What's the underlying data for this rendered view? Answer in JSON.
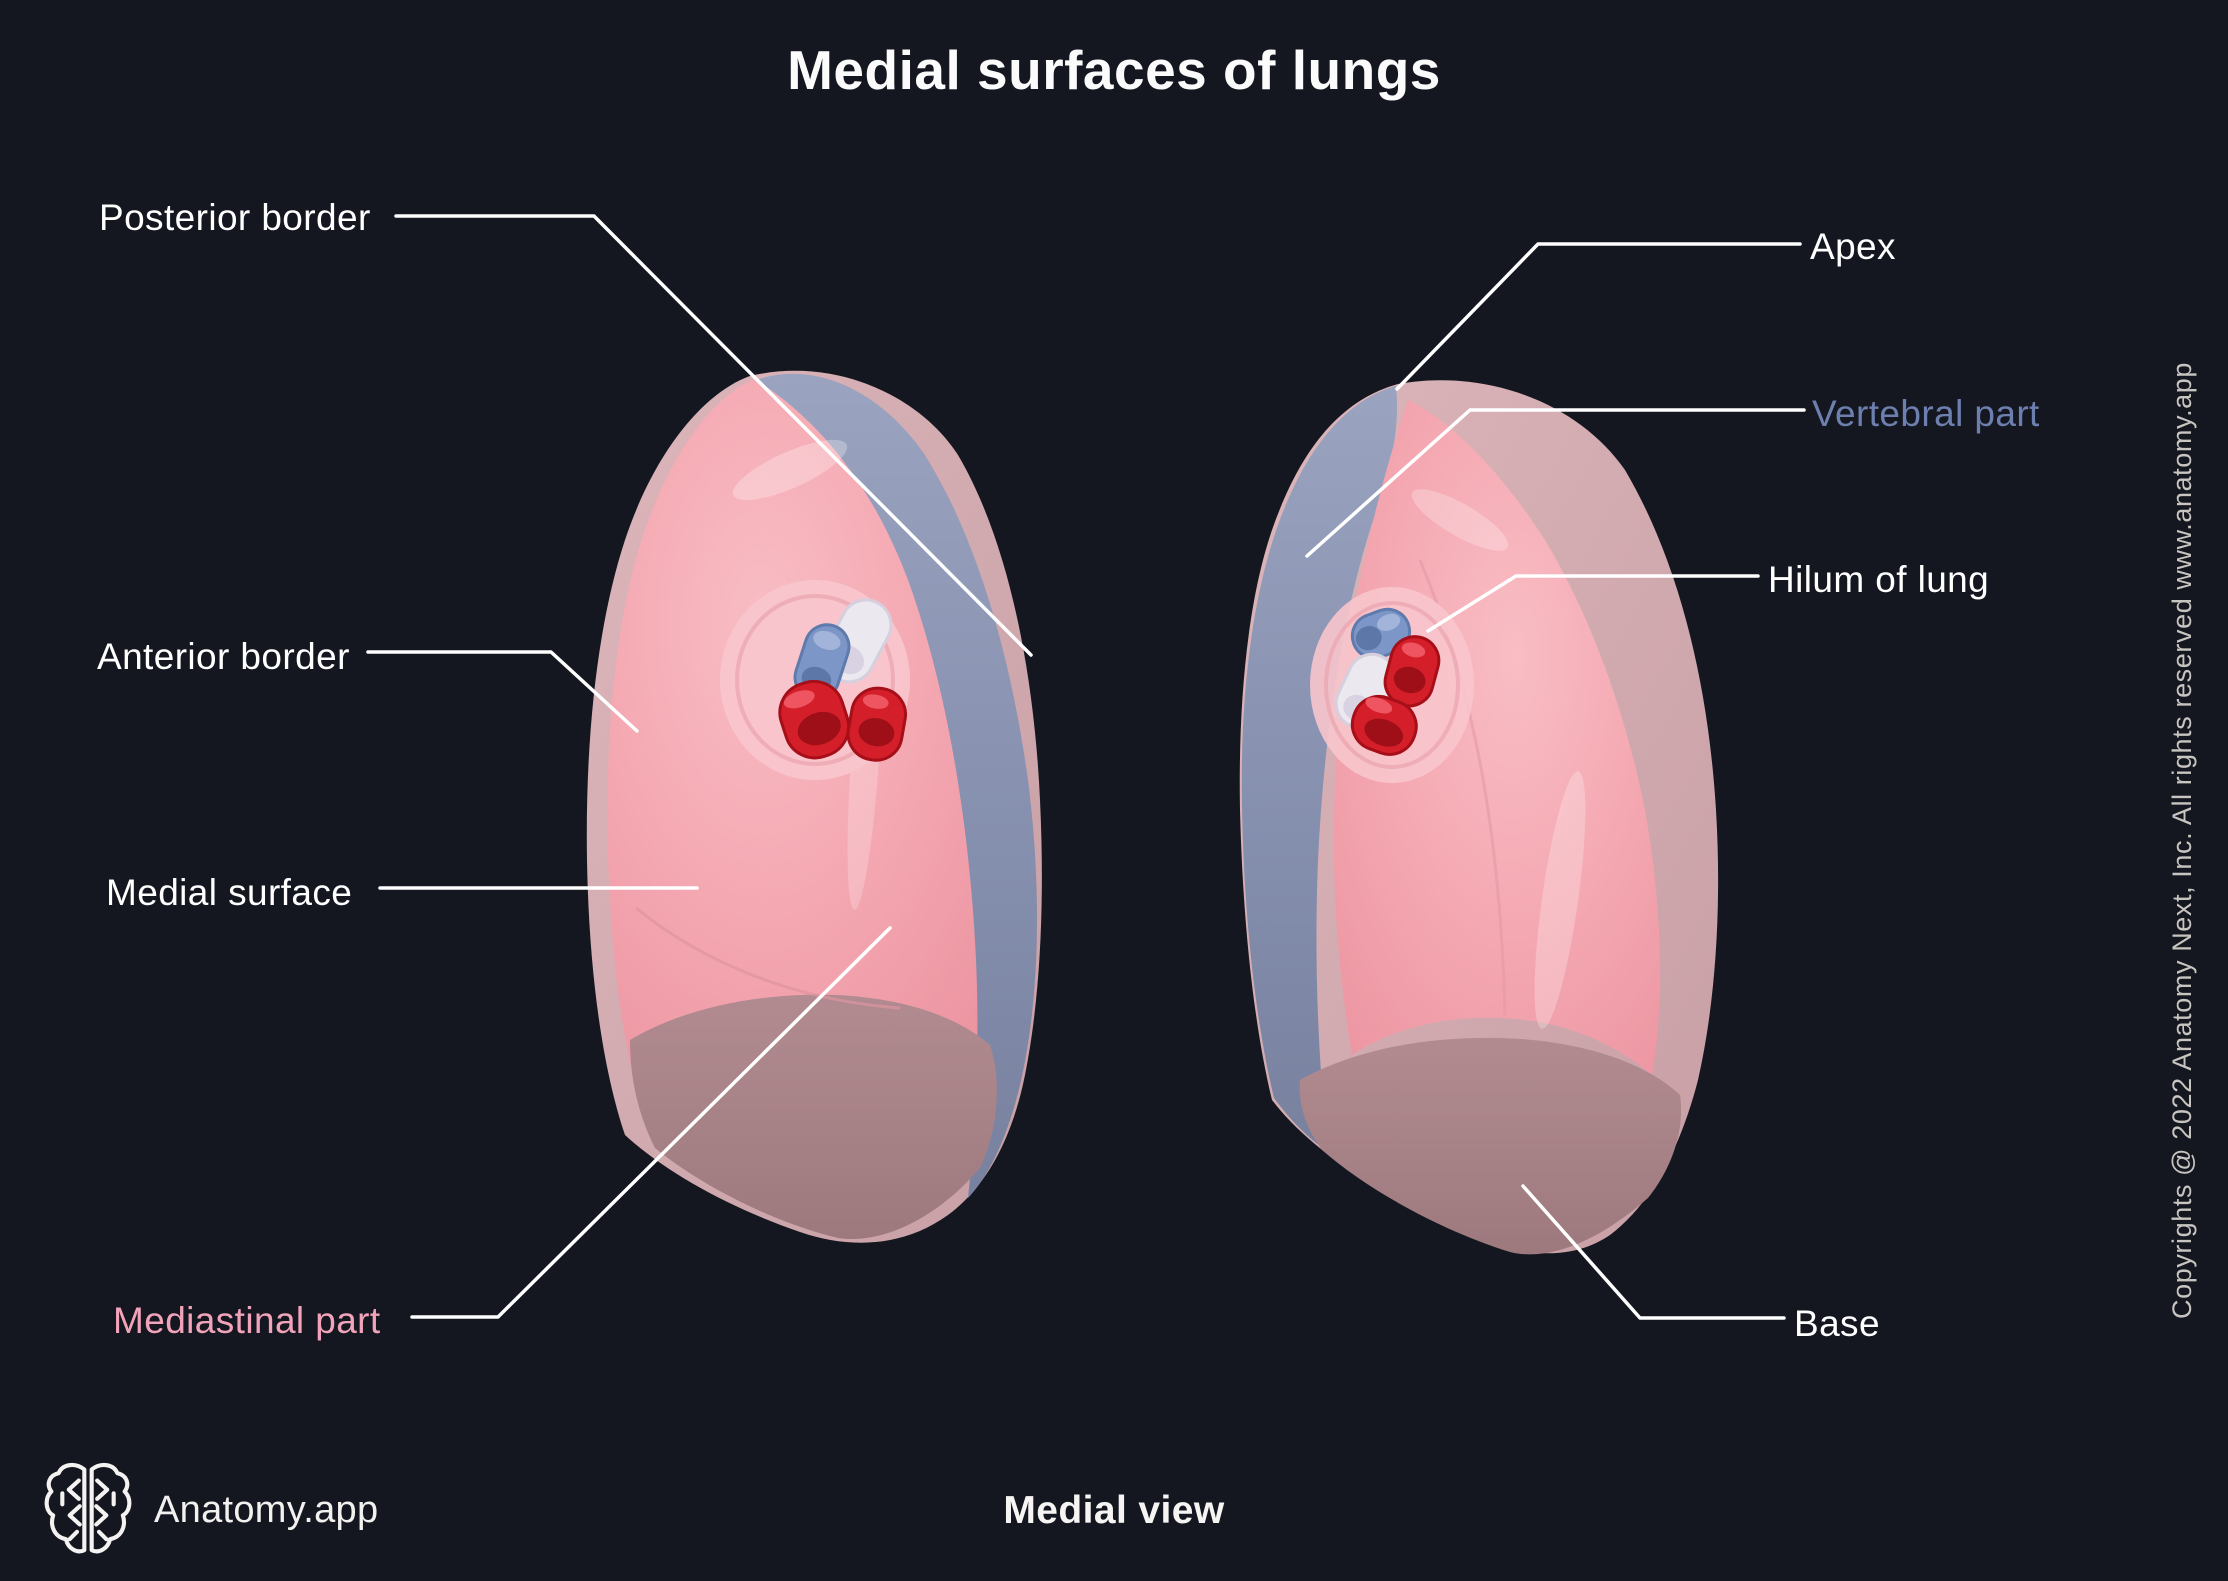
{
  "page": {
    "title": "Medial surfaces of lungs",
    "view_caption": "Medial view",
    "copyright_vertical": "Copyrights @ 2022 Anatomy Next, Inc. All rights reserved www.anatomy.app"
  },
  "brand": {
    "name": "Anatomy.app",
    "logo_icon": "brain-logo-icon"
  },
  "colors": {
    "background": "#141720",
    "label_default": "#ffffff",
    "label_vertebral_part": "#6d7fae",
    "label_mediastinal_part": "#f1a3ba",
    "leader_line": "#ffffff",
    "lung_pink": "#f4a9b3",
    "lung_pale_rim": "#d2a8ad",
    "vertebral_strip_blue": "#8b95b2",
    "lung_base_brown": "#aa858a",
    "hilum_vessel_blue": "#7d96c8",
    "hilum_bronchus_white": "#ece8f0",
    "hilum_vessel_red": "#d41f2a"
  },
  "labels": [
    {
      "id": "posterior-border",
      "text": "Posterior border",
      "color": "#ffffff",
      "side": "left"
    },
    {
      "id": "apex",
      "text": "Apex",
      "color": "#ffffff",
      "side": "right"
    },
    {
      "id": "vertebral-part",
      "text": "Vertebral part",
      "color": "#6d7fae",
      "side": "right"
    },
    {
      "id": "hilum-of-lung",
      "text": "Hilum of lung",
      "color": "#ffffff",
      "side": "right"
    },
    {
      "id": "anterior-border",
      "text": "Anterior border",
      "color": "#ffffff",
      "side": "left"
    },
    {
      "id": "medial-surface",
      "text": "Medial surface",
      "color": "#ffffff",
      "side": "left"
    },
    {
      "id": "mediastinal-part",
      "text": "Mediastinal part",
      "color": "#f1a3ba",
      "side": "left"
    },
    {
      "id": "base",
      "text": "Base",
      "color": "#ffffff",
      "side": "right"
    }
  ]
}
